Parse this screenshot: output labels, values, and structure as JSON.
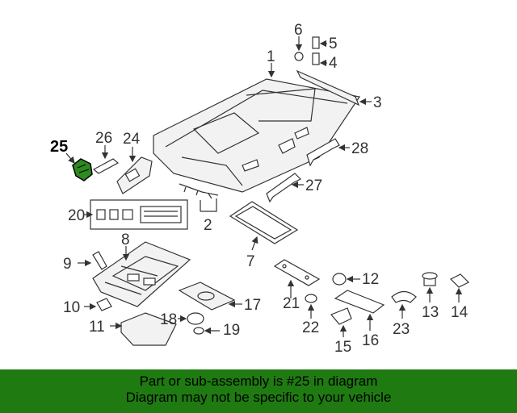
{
  "diagram": {
    "labels": {
      "l1": "1",
      "l2": "2",
      "l3": "3",
      "l4": "4",
      "l5": "5",
      "l6": "6",
      "l7": "7",
      "l8": "8",
      "l9": "9",
      "l10": "10",
      "l11": "11",
      "l12": "12",
      "l13": "13",
      "l14": "14",
      "l15": "15",
      "l16": "16",
      "l17": "17",
      "l18": "18",
      "l19": "19",
      "l20": "20",
      "l21": "21",
      "l22": "22",
      "l23": "23",
      "l24": "24",
      "l25": "25",
      "l26": "26",
      "l27": "27",
      "l28": "28"
    },
    "highlight_color": "#2d8a1e"
  },
  "footer": {
    "line1": "Part or sub-assembly is #25 in diagram",
    "line2": "Diagram may not be specific to your vehicle",
    "background": "#1f7a12"
  }
}
